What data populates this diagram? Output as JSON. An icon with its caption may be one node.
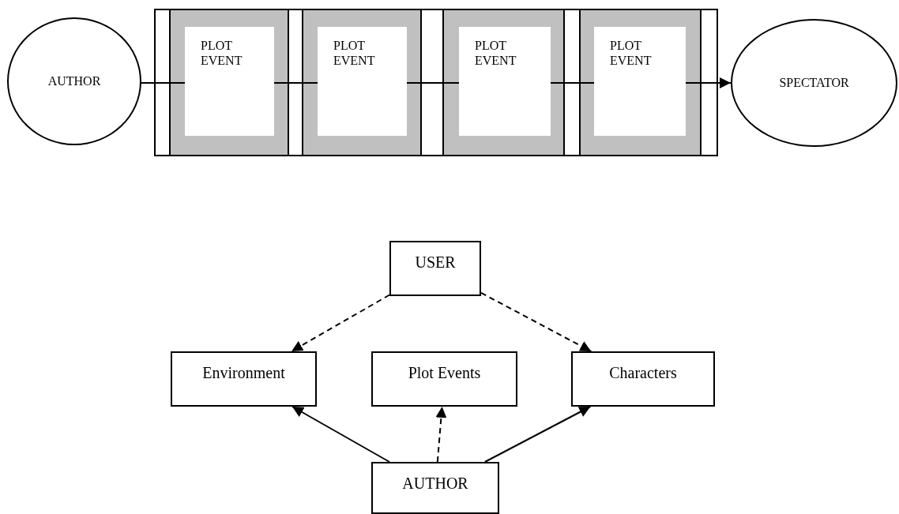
{
  "diagram": {
    "nodes": [
      {
        "text": [
          "AUTHOR"
        ]
      },
      {
        "text": [
          "PLOT EVENT"
        ]
      },
      {
        "text": [
          "PLOT EVENT"
        ]
      },
      {
        "text": [
          "PLOT EVENT"
        ]
      },
      {
        "text": [
          "PLOT EVENT"
        ]
      },
      {
        "text": [
          "SPECTATOR"
        ]
      },
      {
        "text": [
          "USER"
        ]
      },
      {
        "text": [
          "Environment"
        ]
      },
      {
        "text": [
          "Plot Events"
        ]
      },
      {
        "text": [
          "Characters"
        ]
      },
      {
        "text": [
          "AUTHOR"
        ]
      }
    ],
    "edges": [
      {
        "from": 0,
        "to": 1,
        "arrow": "none"
      },
      {
        "from": 1,
        "to": 2,
        "arrow": "none"
      },
      {
        "from": 2,
        "to": 3,
        "arrow": "none"
      },
      {
        "from": 3,
        "to": 4,
        "arrow": "none"
      },
      {
        "from": 4,
        "to": 5,
        "arrow": "to"
      },
      {
        "from": 6,
        "to": 7,
        "arrow": "to",
        "style": "dashed"
      },
      {
        "from": 6,
        "to": 9,
        "arrow": "to",
        "style": "dashed"
      },
      {
        "from": 10,
        "to": 8,
        "arrow": "to",
        "style": "dashed"
      },
      {
        "from": 10,
        "to": 7,
        "arrow": "to"
      },
      {
        "from": 10,
        "to": 9,
        "arrow": "to"
      }
    ]
  }
}
